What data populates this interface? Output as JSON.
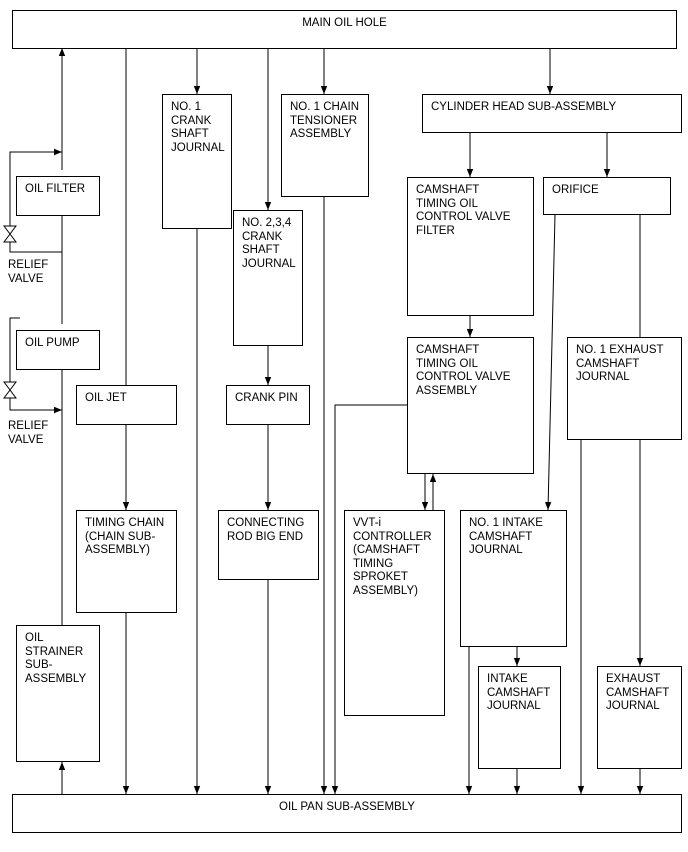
{
  "nodes": {
    "main_oil_hole": "MAIN OIL HOLE",
    "oil_filter": "OIL FILTER",
    "relief_valve_upper": "RELIEF\nVALVE",
    "oil_pump": "OIL PUMP",
    "relief_valve_lower": "RELIEF\nVALVE",
    "oil_jet": "OIL JET",
    "timing_chain": "TIMING CHAIN\n(CHAIN SUB-\nASSEMBLY)",
    "oil_strainer": "OIL\nSTRAINER\nSUB-\nASSEMBLY",
    "no1_crank_journal": "NO. 1\nCRANK\nSHAFT\nJOURNAL",
    "no234_crank_journal": "NO. 2,3,4\nCRANK\nSHAFT\nJOURNAL",
    "crank_pin": "CRANK PIN",
    "connecting_rod": "CONNECTING\nROD BIG END",
    "chain_tensioner": "NO. 1 CHAIN\nTENSIONER\nASSEMBLY",
    "cylinder_head": "CYLINDER HEAD SUB-ASSEMBLY",
    "ocv_filter": "CAMSHAFT\nTIMING OIL\nCONTROL VALVE\nFILTER",
    "ocv_assembly": "CAMSHAFT\nTIMING OIL\nCONTROL VALVE\nASSEMBLY",
    "vvti_controller": "VVT-i\nCONTROLLER\n(CAMSHAFT\nTIMING\nSPROKET\nASSEMBLY)",
    "orifice": "ORIFICE",
    "no1_exhaust_journal": "NO. 1 EXHAUST\nCAMSHAFT\nJOURNAL",
    "no1_intake_journal": "NO. 1 INTAKE\nCAMSHAFT\nJOURNAL",
    "intake_journal": "INTAKE\nCAMSHAFT\nJOURNAL",
    "exhaust_journal": "EXHAUST\nCAMSHAFT\nJOURNAL",
    "oil_pan": "OIL PAN SUB-ASSEMBLY"
  },
  "colors": {
    "line": "#000000",
    "background": "#ffffff"
  }
}
